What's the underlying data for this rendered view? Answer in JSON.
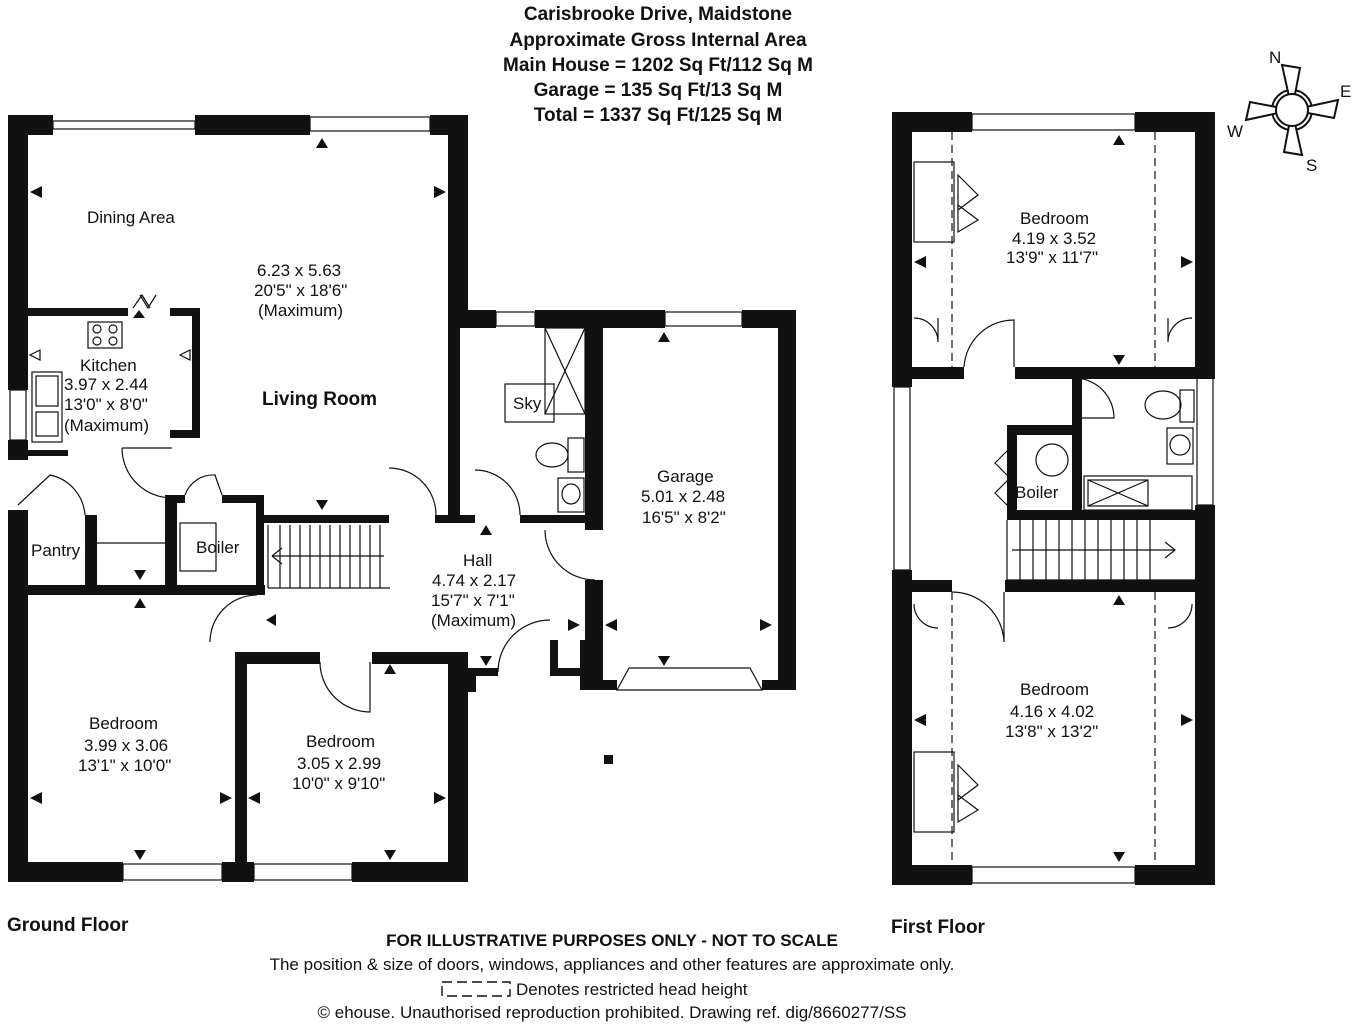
{
  "header": {
    "address": "Carisbrooke Drive, Maidstone",
    "area_title": "Approximate Gross Internal Area",
    "main_house": "Main House = 1202 Sq Ft/112 Sq M",
    "garage": "Garage = 135 Sq Ft/13 Sq M",
    "total": "Total = 1337 Sq Ft/125 Sq M"
  },
  "ground_floor": {
    "label": "Ground Floor",
    "rooms": {
      "dining": {
        "name": "Dining Area"
      },
      "living": {
        "name": "Living Room",
        "dims_m": "6.23 x 5.63",
        "dims_ft": "20'5\" x 18'6\"",
        "note": "(Maximum)"
      },
      "kitchen": {
        "name": "Kitchen",
        "dims_m": "3.97 x 2.44",
        "dims_ft": "13'0\" x 8'0\"",
        "note": "(Maximum)"
      },
      "pantry": {
        "name": "Pantry"
      },
      "boiler": {
        "name": "Boiler"
      },
      "sky": {
        "name": "Sky"
      },
      "garage": {
        "name": "Garage",
        "dims_m": "5.01 x 2.48",
        "dims_ft": "16'5\" x 8'2\""
      },
      "hall": {
        "name": "Hall",
        "dims_m": "4.74 x 2.17",
        "dims_ft": "15'7\" x 7'1\"",
        "note": "(Maximum)"
      },
      "bedroom1": {
        "name": "Bedroom",
        "dims_m": "3.99 x 3.06",
        "dims_ft": "13'1\" x 10'0\""
      },
      "bedroom2": {
        "name": "Bedroom",
        "dims_m": "3.05 x 2.99",
        "dims_ft": "10'0\" x 9'10\""
      }
    }
  },
  "first_floor": {
    "label": "First Floor",
    "rooms": {
      "bedroom_top": {
        "name": "Bedroom",
        "dims_m": "4.19 x 3.52",
        "dims_ft": "13'9\" x 11'7\""
      },
      "bedroom_bottom": {
        "name": "Bedroom",
        "dims_m": "4.16 x 4.02",
        "dims_ft": "13'8\" x 13'2\""
      },
      "boiler": {
        "name": "Boiler"
      }
    }
  },
  "compass": {
    "n": "N",
    "e": "E",
    "s": "S",
    "w": "W"
  },
  "footer": {
    "disclaimer": "FOR ILLUSTRATIVE PURPOSES ONLY - NOT TO SCALE",
    "note": "The position & size of doors, windows, appliances and other features are approximate only.",
    "restricted": "Denotes restricted head height",
    "copyright": "© ehouse. Unauthorised reproduction prohibited. Drawing ref. dig/8660277/SS"
  },
  "colors": {
    "wall": "#111111",
    "background": "#ffffff"
  }
}
